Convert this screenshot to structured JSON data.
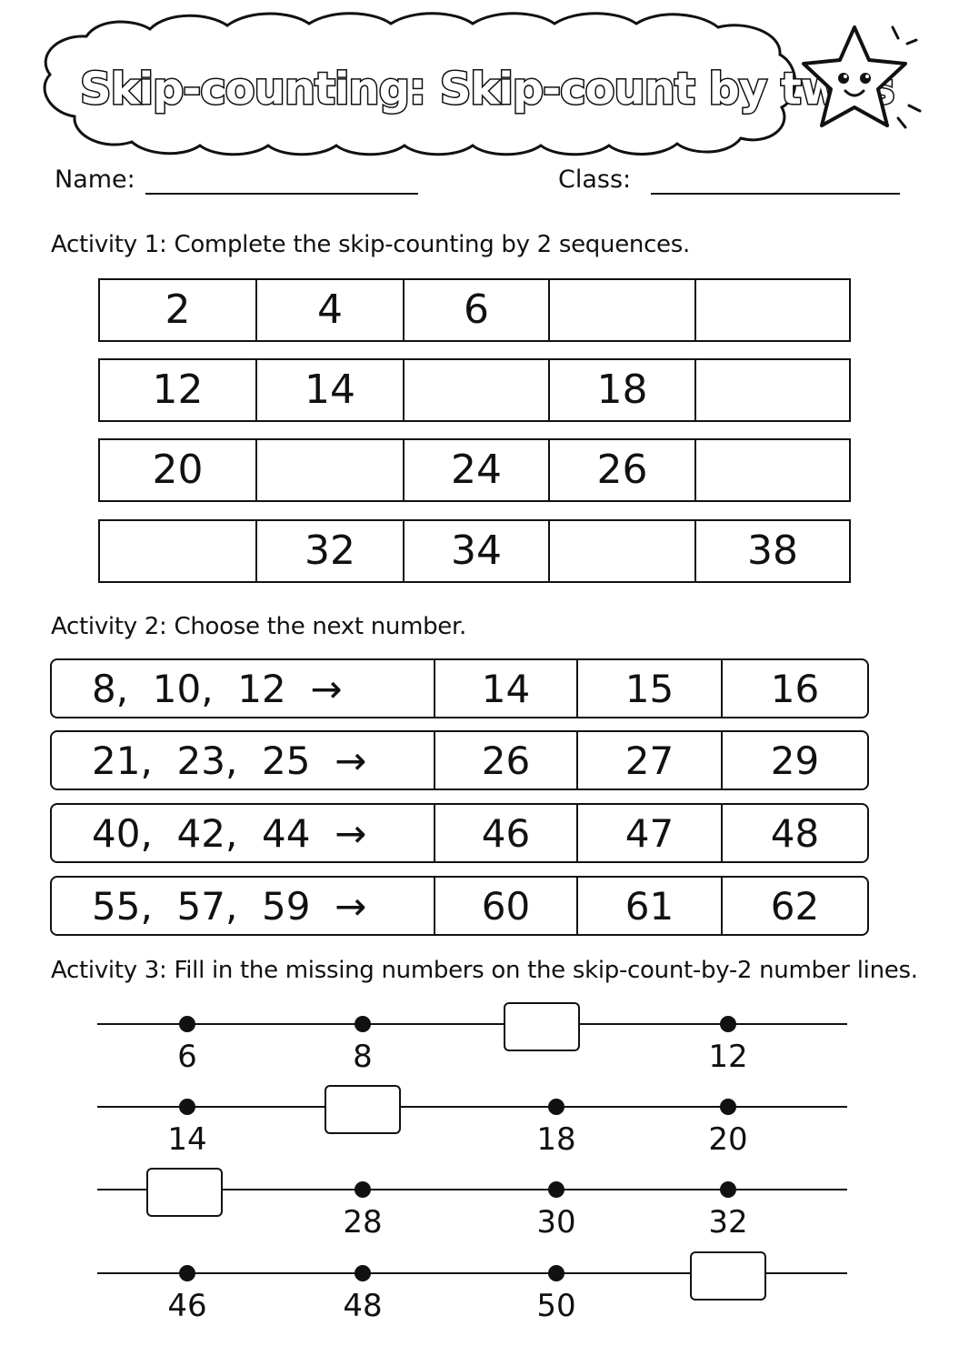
{
  "header": {
    "title": "Skip-counting: Skip-count by twos",
    "mascot_icon": "smiling-star-icon"
  },
  "fields": {
    "name_label": "Name:",
    "class_label": "Class:"
  },
  "activity1": {
    "heading": "Activity 1: Complete the skip-counting by 2 sequences.",
    "rows": [
      [
        "2",
        "4",
        "6",
        "",
        ""
      ],
      [
        "12",
        "14",
        "",
        "18",
        ""
      ],
      [
        "20",
        "",
        "24",
        "26",
        ""
      ],
      [
        "",
        "32",
        "34",
        "",
        "38"
      ]
    ]
  },
  "activity2": {
    "heading": "Activity 2: Choose the next number.",
    "rows": [
      {
        "prompt": "8,  10,  12  →",
        "options": [
          "14",
          "15",
          "16"
        ]
      },
      {
        "prompt": "21,  23,  25  →",
        "options": [
          "26",
          "27",
          "29"
        ]
      },
      {
        "prompt": "40,  42,  44  →",
        "options": [
          "46",
          "47",
          "48"
        ]
      },
      {
        "prompt": "55,  57,  59  →",
        "options": [
          "60",
          "61",
          "62"
        ]
      }
    ]
  },
  "activity3": {
    "heading": "Activity 3: Fill in the missing numbers on the skip-count-by-2 number lines.",
    "lines": [
      {
        "labels": [
          "6",
          "8",
          "",
          "12"
        ]
      },
      {
        "labels": [
          "14",
          "",
          "18",
          "20"
        ]
      },
      {
        "labels": [
          "",
          "28",
          "30",
          "32"
        ]
      },
      {
        "labels": [
          "46",
          "48",
          "50",
          ""
        ]
      }
    ]
  }
}
